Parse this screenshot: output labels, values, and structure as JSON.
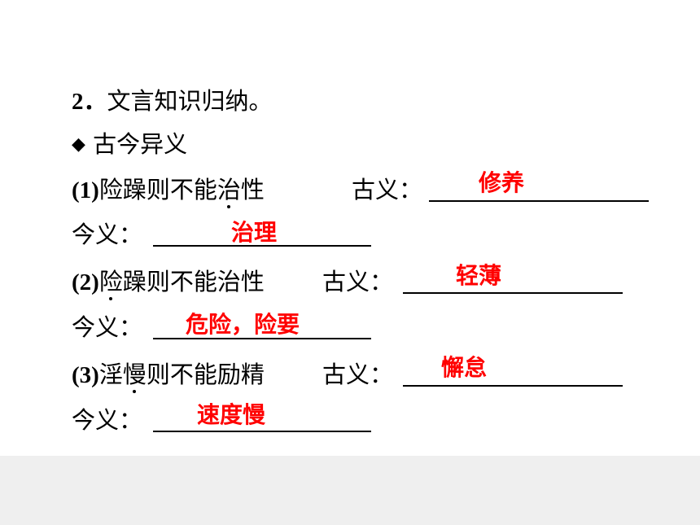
{
  "heading": {
    "number": "2．",
    "text": "文言知识归纳。"
  },
  "section": {
    "marker": "◆",
    "title": "古今异义"
  },
  "items": [
    {
      "index": "(1)",
      "pre": "险躁则不能",
      "dot_char": "治",
      "post": "性",
      "gu_label": "古义：",
      "gu_answer": "修养",
      "jin_label": "今义：",
      "jin_answer": "治理"
    },
    {
      "index": "(2)",
      "pre": "",
      "dot_char": "险",
      "post": "躁则不能治性",
      "gu_label": "古义：",
      "gu_answer": "轻薄",
      "jin_label": "今义：",
      "jin_answer": "危险，险要"
    },
    {
      "index": "(3)",
      "pre": "淫",
      "dot_char": "慢",
      "post": "则不能励精",
      "gu_label": "古义：",
      "gu_answer": "懈怠",
      "jin_label": "今义：",
      "jin_answer": "速度慢"
    }
  ],
  "colors": {
    "answer": "#ff0000",
    "footer": "#efefef"
  }
}
